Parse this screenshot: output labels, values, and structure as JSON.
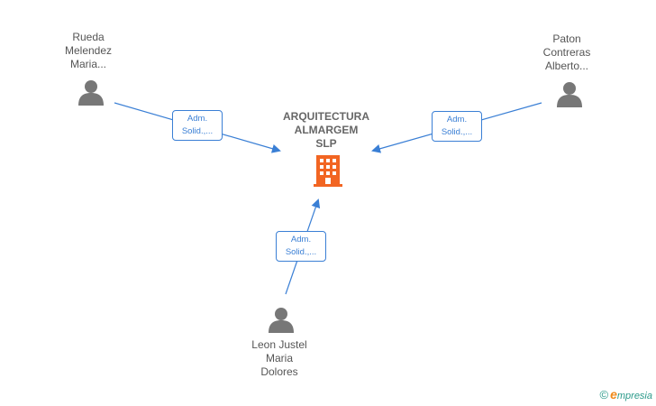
{
  "company": {
    "name_lines": [
      "ARQUITECTURA",
      "ALMARGEM",
      "SLP"
    ],
    "icon": "building-icon",
    "color": "#f26522"
  },
  "persons": [
    {
      "id": "rueda",
      "name_lines": [
        "Rueda",
        "Melendez",
        "Maria..."
      ],
      "icon": "person-icon"
    },
    {
      "id": "paton",
      "name_lines": [
        "Paton",
        "Contreras",
        "Alberto..."
      ],
      "icon": "person-icon"
    },
    {
      "id": "leon",
      "name_lines": [
        "Leon Justel",
        "Maria",
        "Dolores"
      ],
      "icon": "person-icon"
    }
  ],
  "edges": [
    {
      "from": "rueda",
      "label_lines": [
        "Adm.",
        "Solid.,..."
      ]
    },
    {
      "from": "paton",
      "label_lines": [
        "Adm.",
        "Solid.,..."
      ]
    },
    {
      "from": "leon",
      "label_lines": [
        "Adm.",
        "Solid.,..."
      ]
    }
  ],
  "brand": {
    "copyright": "©",
    "initial": "e",
    "rest": "mpresia"
  },
  "colors": {
    "edge": "#3a7fd5",
    "person": "#777777",
    "company": "#f26522"
  }
}
